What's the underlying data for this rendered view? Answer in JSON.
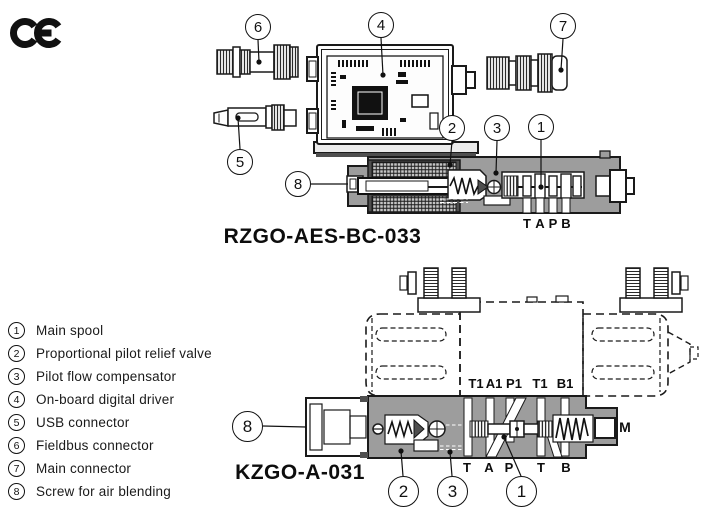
{
  "ce": {
    "label": "CE"
  },
  "legend": {
    "items": [
      {
        "num": "1",
        "label": "Main spool"
      },
      {
        "num": "2",
        "label": "Proportional pilot relief valve"
      },
      {
        "num": "3",
        "label": "Pilot flow compensator"
      },
      {
        "num": "4",
        "label": "On-board digital driver"
      },
      {
        "num": "5",
        "label": "USB connector"
      },
      {
        "num": "6",
        "label": "Fieldbus connector"
      },
      {
        "num": "7",
        "label": "Main connector"
      },
      {
        "num": "8",
        "label": "Screw for air blending"
      }
    ]
  },
  "rzgo": {
    "title": "RZGO-AES-BC-033",
    "ports": [
      "T",
      "A",
      "P",
      "B"
    ],
    "callouts": [
      "6",
      "4",
      "7",
      "5",
      "2",
      "3",
      "1",
      "8"
    ]
  },
  "kzgo": {
    "title": "KZGO-A-031",
    "ports_top": [
      "T1",
      "A1",
      "P1",
      "T1",
      "B1"
    ],
    "ports_bottom": [
      "T",
      "A",
      "P",
      "T",
      "B"
    ],
    "gauge_port": "M",
    "callouts": [
      "8",
      "2",
      "3",
      "1"
    ]
  },
  "colors": {
    "body_grey": "#9d9d9d",
    "dark_grey": "#4f4f4f",
    "outline": "#1a1a1a"
  }
}
